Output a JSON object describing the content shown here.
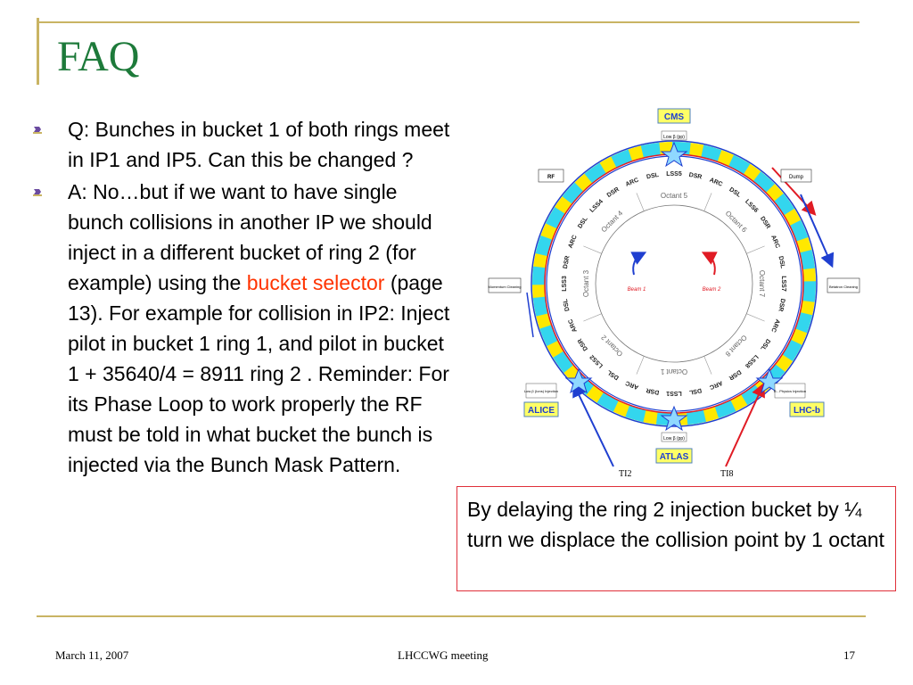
{
  "slide": {
    "title": "FAQ",
    "bullets": [
      {
        "text": "Q: Bunches in bucket 1 of both rings meet in IP1 and IP5. Can this be changed ?"
      },
      {
        "before": "A: No…but if we want to have single bunch collisions in another IP we should inject in a different bucket of ring 2 (for example) using the ",
        "highlight": "bucket selector",
        "after": " (page 13). For example for collision in IP2: Inject pilot in bucket 1 ring 1, and pilot in bucket 1 + 35640/4 = 8911 ring 2 . Reminder: For its Phase Loop to work properly the RF must be told in what bucket the bunch is injected via the Bunch Mask Pattern."
      }
    ],
    "note": "By delaying the ring 2 injection bucket by ¼ turn we displace the collision point by 1 octant",
    "highlight_color": "#ff3300",
    "title_color": "#1d7a3a",
    "accent_color": "#c9b463"
  },
  "diagram": {
    "experiments": [
      "CMS",
      "ALICE",
      "LHC-b",
      "ATLAS"
    ],
    "boxes": [
      "RF",
      "Dump",
      "Momentum Cleaning",
      "Betatron Cleaning"
    ],
    "low_beta": [
      "Low β (pp)",
      "Low β (pp)"
    ],
    "injection": [
      "Low β (Ions) Injection",
      "B - Physics Injection"
    ],
    "octants": [
      "Octant 5",
      "Octant 6",
      "Octant 7",
      "Octant 8",
      "Octant 1",
      "Octant 2",
      "Octant 3",
      "Octant 4"
    ],
    "beams": [
      "Beam 1",
      "Beam 2"
    ],
    "transfer_lines": [
      "TI2",
      "TI8"
    ],
    "ring_sections": [
      "DSL",
      "LSS5",
      "DSR",
      "ARC",
      "DSL",
      "LSS6",
      "DSR",
      "ARC",
      "DSL",
      "LSS7",
      "DSR",
      "ARC",
      "DSL",
      "LSS8",
      "DSR",
      "ARC",
      "DSL",
      "LSS1",
      "DSR",
      "ARC",
      "DSL",
      "LSS2",
      "DSR",
      "ARC",
      "DSL",
      "LSS3",
      "DSR",
      "ARC",
      "DSL",
      "LSS4",
      "DSR",
      "ARC"
    ]
  },
  "footer": {
    "date": "March 11, 2007",
    "meeting": "LHCCWG  meeting",
    "page": "17"
  }
}
